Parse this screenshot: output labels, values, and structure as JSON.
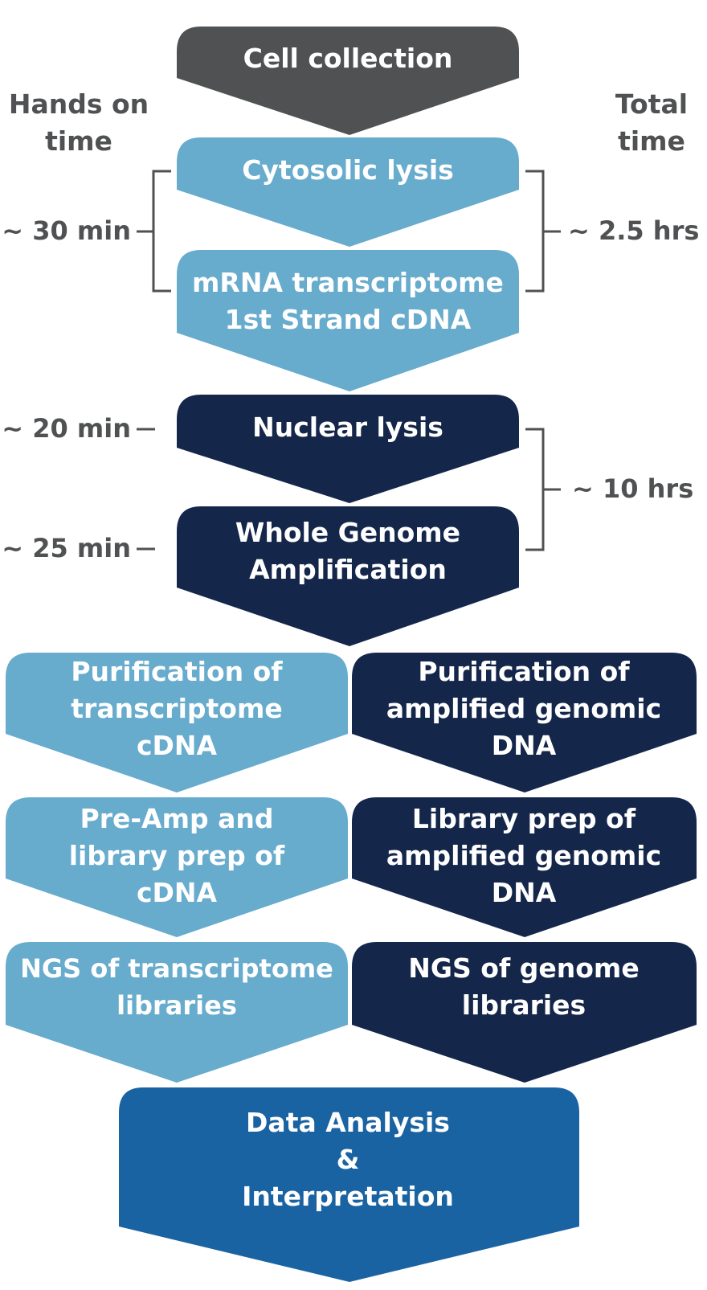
{
  "colors": {
    "gray": "#4f5152",
    "light_blue": "#67abcd",
    "dark_navy": "#14264a",
    "medium_blue": "#1a63a2",
    "text_dark": "#4f5152",
    "text_light": "#ffffff",
    "bracket": "#4f5152"
  },
  "headers": {
    "hands_on_time": [
      "Hands on",
      "time"
    ],
    "total_time": [
      "Total",
      "time"
    ]
  },
  "steps": {
    "cell_collection": [
      "Cell collection"
    ],
    "cytosolic_lysis": [
      "Cytosolic lysis"
    ],
    "mrna_first_strand": [
      "mRNA transcriptome",
      "1st Strand cDNA"
    ],
    "nuclear_lysis": [
      "Nuclear lysis"
    ],
    "whole_genome_amp": [
      "Whole Genome",
      "Amplification"
    ],
    "purif_cdna": [
      "Purification of",
      "transcriptome",
      "cDNA"
    ],
    "purif_gdna": [
      "Purification of",
      "amplified genomic",
      "DNA"
    ],
    "preamp_cdna": [
      "Pre-Amp and",
      "library prep of",
      "cDNA"
    ],
    "libprep_gdna": [
      "Library prep of",
      "amplified genomic",
      "DNA"
    ],
    "ngs_transcriptome": [
      "NGS of transcriptome",
      "libraries"
    ],
    "ngs_genome": [
      "NGS of genome",
      "libraries"
    ],
    "data_analysis": [
      "Data Analysis",
      "&",
      "Interpretation"
    ]
  },
  "timings": {
    "hands_on_30": "~ 30 min",
    "hands_on_20": "~ 20 min",
    "hands_on_25": "~ 25 min",
    "total_2_5": "~ 2.5 hrs",
    "total_10": "~ 10 hrs"
  }
}
